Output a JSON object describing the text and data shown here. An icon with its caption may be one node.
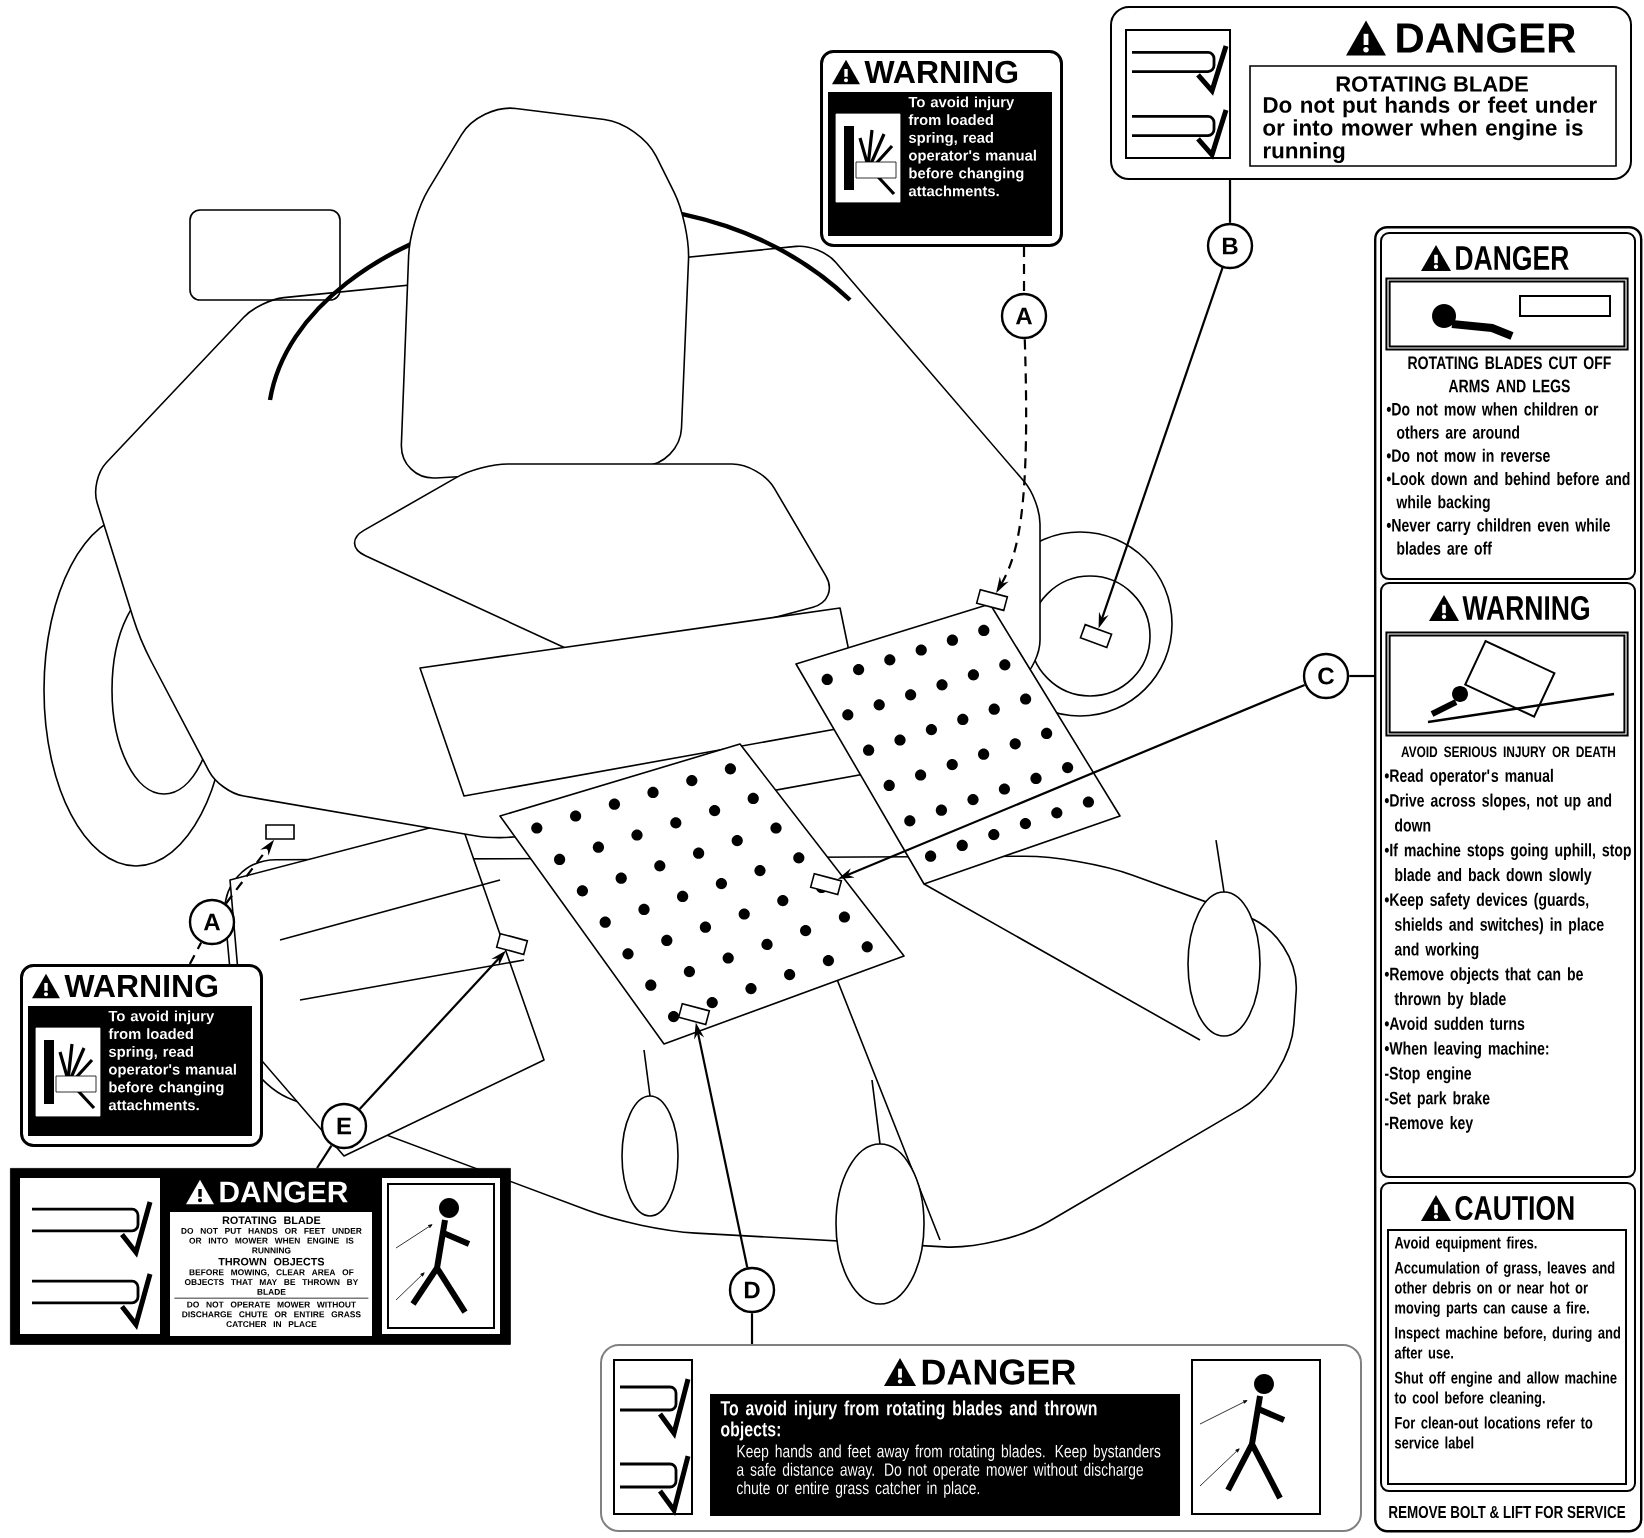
{
  "diagram": {
    "nodes": [
      {
        "text": [
          "WARNING",
          "To avoid injury from loaded spring, read operator's manual before changing attachments."
        ]
      },
      {
        "text": [
          "A"
        ]
      },
      {
        "text": [
          "DANGER",
          "ROTATING BLADE",
          "Do not put hands or feet under or into mower when engine is running"
        ]
      },
      {
        "text": [
          "B"
        ]
      },
      {
        "text": [
          "REMOVE BOLT & LIFT FOR SERVICE"
        ]
      },
      {
        "text": [
          "DANGER",
          "ROTATING BLADES CUT OFF ARMS AND LEGS",
          "•Do not mow when children or others are around",
          "•Do not mow in reverse",
          "•Look down and behind before and while backing",
          "•Never carry children even while blades are off"
        ],
        "in": 4
      },
      {
        "text": [
          "WARNING",
          "AVOID SERIOUS INJURY OR DEATH",
          "•Read operator's manual",
          "•Drive across slopes, not up and down",
          "•If machine stops going uphill, stop blade and back down slowly",
          "•Keep safety devices (guards, shields and switches) in place and working",
          "•Remove objects that can be thrown by blade",
          "•Avoid sudden turns",
          "•When leaving machine:",
          "-Stop engine",
          "-Set park brake",
          "-Remove key"
        ],
        "in": 4
      },
      {
        "text": [
          "CAUTION",
          "Avoid equipment fires.",
          "Accumulation of grass, leaves and other debris on or near hot or moving parts can cause a fire.",
          "Inspect machine before, during and after use.",
          "Shut off engine and allow machine to cool before cleaning.",
          "For clean-out locations refer to service label"
        ],
        "in": 4
      },
      {
        "text": [
          "C"
        ]
      },
      {
        "text": [
          "WARNING",
          "To avoid injury from loaded spring, read operator's manual before changing attachments."
        ]
      },
      {
        "text": [
          "A"
        ]
      },
      {
        "text": [
          "DANGER",
          "ROTATING BLADE",
          "DO NOT PUT HANDS OR FEET UNDER OR INTO MOWER WHEN ENGINE IS RUNNING",
          "THROWN OBJECTS",
          "BEFORE MOWING, CLEAR AREA OF OBJECTS THAT MAY BE THROWN BY BLADE",
          "DO NOT OPERATE MOWER WITHOUT DISCHARGE CHUTE OR ENTIRE GRASS CATCHER IN PLACE"
        ]
      },
      {
        "text": [
          "E"
        ]
      },
      {
        "text": [
          "DANGER",
          "To avoid injury from rotating blades and thrown objects:",
          "Keep hands and feet away from rotating blades. Keep bystanders a safe distance away. Do not operate mower without discharge chute or entire grass catcher in place."
        ]
      },
      {
        "text": [
          "D"
        ]
      },
      {
        "text": [],
        "shape": "box"
      },
      {
        "text": [],
        "shape": "box"
      },
      {
        "text": [],
        "shape": "box"
      },
      {
        "text": [],
        "shape": "box"
      },
      {
        "text": [],
        "shape": "box"
      },
      {
        "text": [],
        "shape": "box"
      }
    ],
    "edges": [
      {
        "from": 0,
        "to": 1,
        "arrow": "none",
        "style": "dashed"
      },
      {
        "from": 1,
        "to": 19,
        "arrow": "to",
        "style": "dashed"
      },
      {
        "from": 2,
        "to": 3,
        "arrow": "none"
      },
      {
        "from": 3,
        "to": 20,
        "arrow": "to"
      },
      {
        "from": 4,
        "to": 8,
        "arrow": "none"
      },
      {
        "from": 8,
        "to": 18,
        "arrow": "to"
      },
      {
        "from": 9,
        "to": 10,
        "arrow": "none",
        "style": "dashed"
      },
      {
        "from": 10,
        "to": 15,
        "arrow": "to",
        "style": "dashed"
      },
      {
        "from": 11,
        "to": 12,
        "arrow": "none"
      },
      {
        "from": 12,
        "to": 16,
        "arrow": "to"
      },
      {
        "from": 13,
        "to": 14,
        "arrow": "none"
      },
      {
        "from": 14,
        "to": 17,
        "arrow": "to"
      }
    ]
  }
}
